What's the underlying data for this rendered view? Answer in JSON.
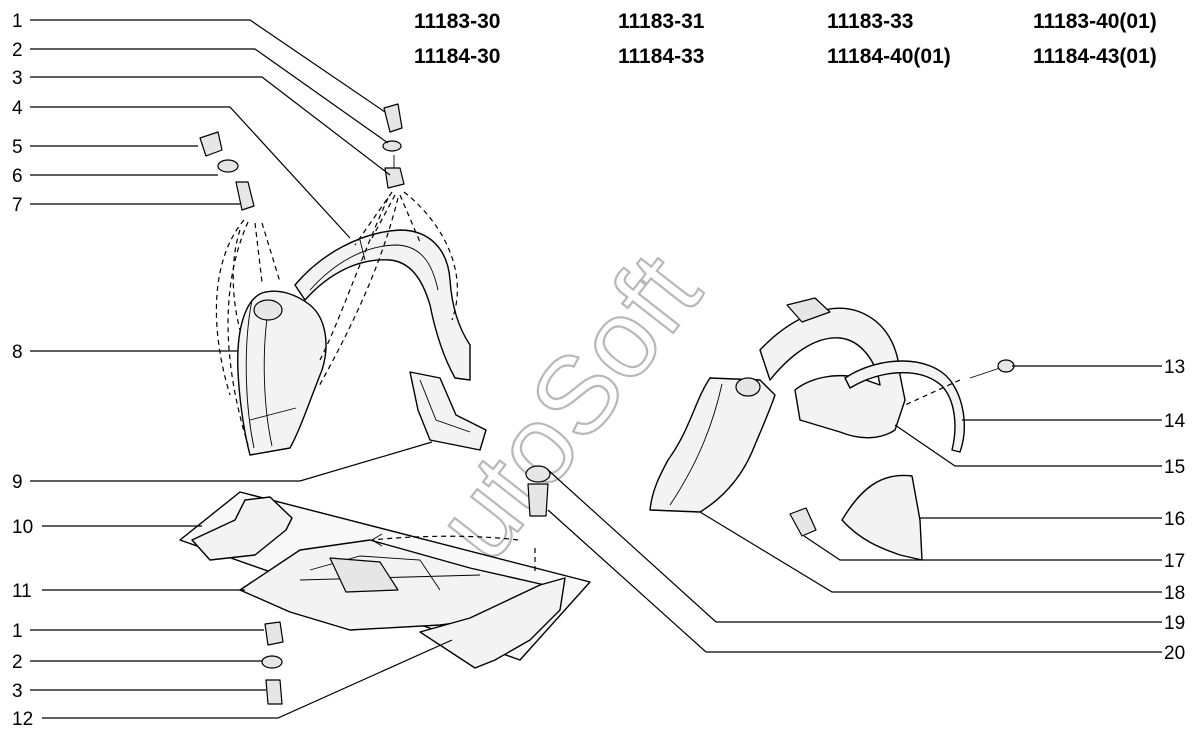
{
  "model_codes": [
    [
      "11183-30",
      "11184-30"
    ],
    [
      "11183-31",
      "11184-33"
    ],
    [
      "11183-33",
      "11184-40(01)"
    ],
    [
      "11183-40(01)",
      "11184-43(01)"
    ]
  ],
  "watermark": "AutoSoft",
  "callouts_left": [
    "1",
    "2",
    "3",
    "4",
    "5",
    "6",
    "7",
    "8",
    "9",
    "10",
    "11",
    "1",
    "2",
    "3",
    "12"
  ],
  "callouts_right": [
    "13",
    "14",
    "15",
    "16",
    "17",
    "18",
    "19",
    "20"
  ]
}
